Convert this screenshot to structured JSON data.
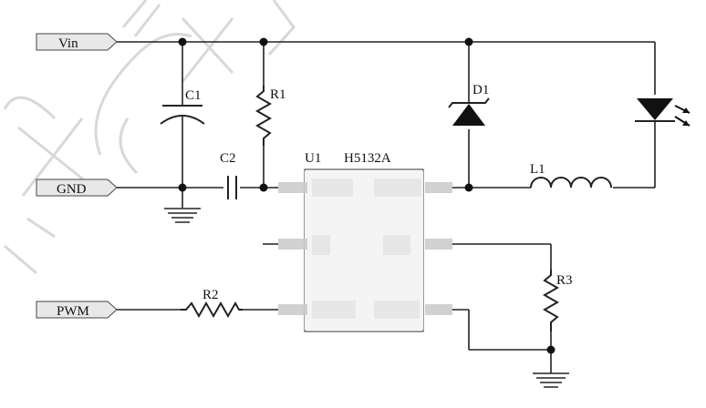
{
  "ports": {
    "vin": "Vin",
    "gnd": "GND",
    "pwm": "PWM"
  },
  "components": {
    "c1": "C1",
    "c2": "C2",
    "r1": "R1",
    "r2": "R2",
    "r3": "R3",
    "d1": "D1",
    "l1": "L1",
    "u1": "U1",
    "ic_part": "H5132A"
  },
  "colors": {
    "ink": "#222222",
    "port_fill": "#e8e8e8",
    "watermark": "#cfcfcf"
  },
  "icons": [
    "ground-symbol",
    "led-symbol",
    "diode-symbol",
    "inductor-symbol",
    "resistor-symbol",
    "capacitor-symbol"
  ]
}
